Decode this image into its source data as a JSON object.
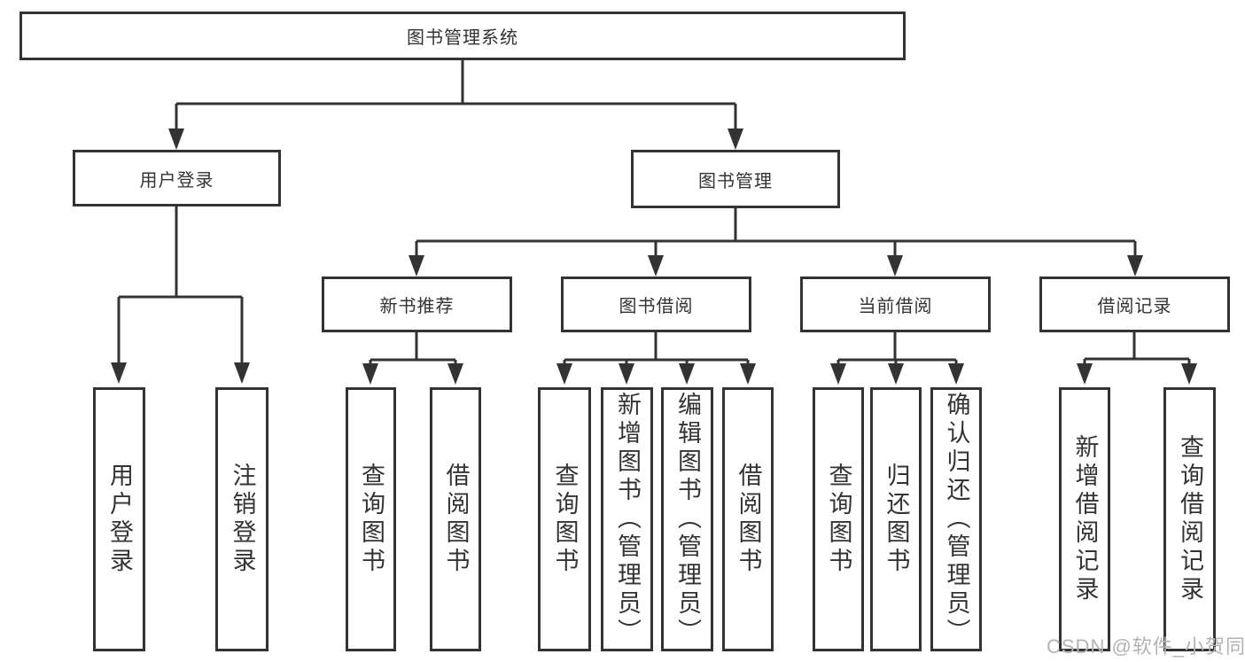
{
  "diagram": {
    "type": "functional-structure-tree",
    "colors": {
      "line": "#333333",
      "box_border": "#333333",
      "box_background": "#ffffff",
      "text": "#333333",
      "watermark": "#b3b3b3",
      "page_background": "#ffffff"
    },
    "tree": {
      "root": {
        "label": "图书管理系统",
        "children": [
          {
            "label": "用户登录",
            "children": [
              {
                "label": "用户登录"
              },
              {
                "label": "注销登录"
              }
            ]
          },
          {
            "label": "图书管理",
            "children": [
              {
                "label": "新书推荐",
                "children": [
                  {
                    "label": "查询图书"
                  },
                  {
                    "label": "借阅图书"
                  }
                ]
              },
              {
                "label": "图书借阅",
                "children": [
                  {
                    "label": "查询图书"
                  },
                  {
                    "label": "新增图书（管理员）"
                  },
                  {
                    "label": "编辑图书（管理员）"
                  },
                  {
                    "label": "借阅图书"
                  }
                ]
              },
              {
                "label": "当前借阅",
                "children": [
                  {
                    "label": "查询图书"
                  },
                  {
                    "label": "归还图书"
                  },
                  {
                    "label": "确认归还（管理员）"
                  }
                ]
              },
              {
                "label": "借阅记录",
                "children": [
                  {
                    "label": "新增借阅记录"
                  },
                  {
                    "label": "查询借阅记录"
                  }
                ]
              }
            ]
          }
        ]
      }
    },
    "watermark": {
      "text": "CSDN @软件_小贺同学"
    }
  }
}
